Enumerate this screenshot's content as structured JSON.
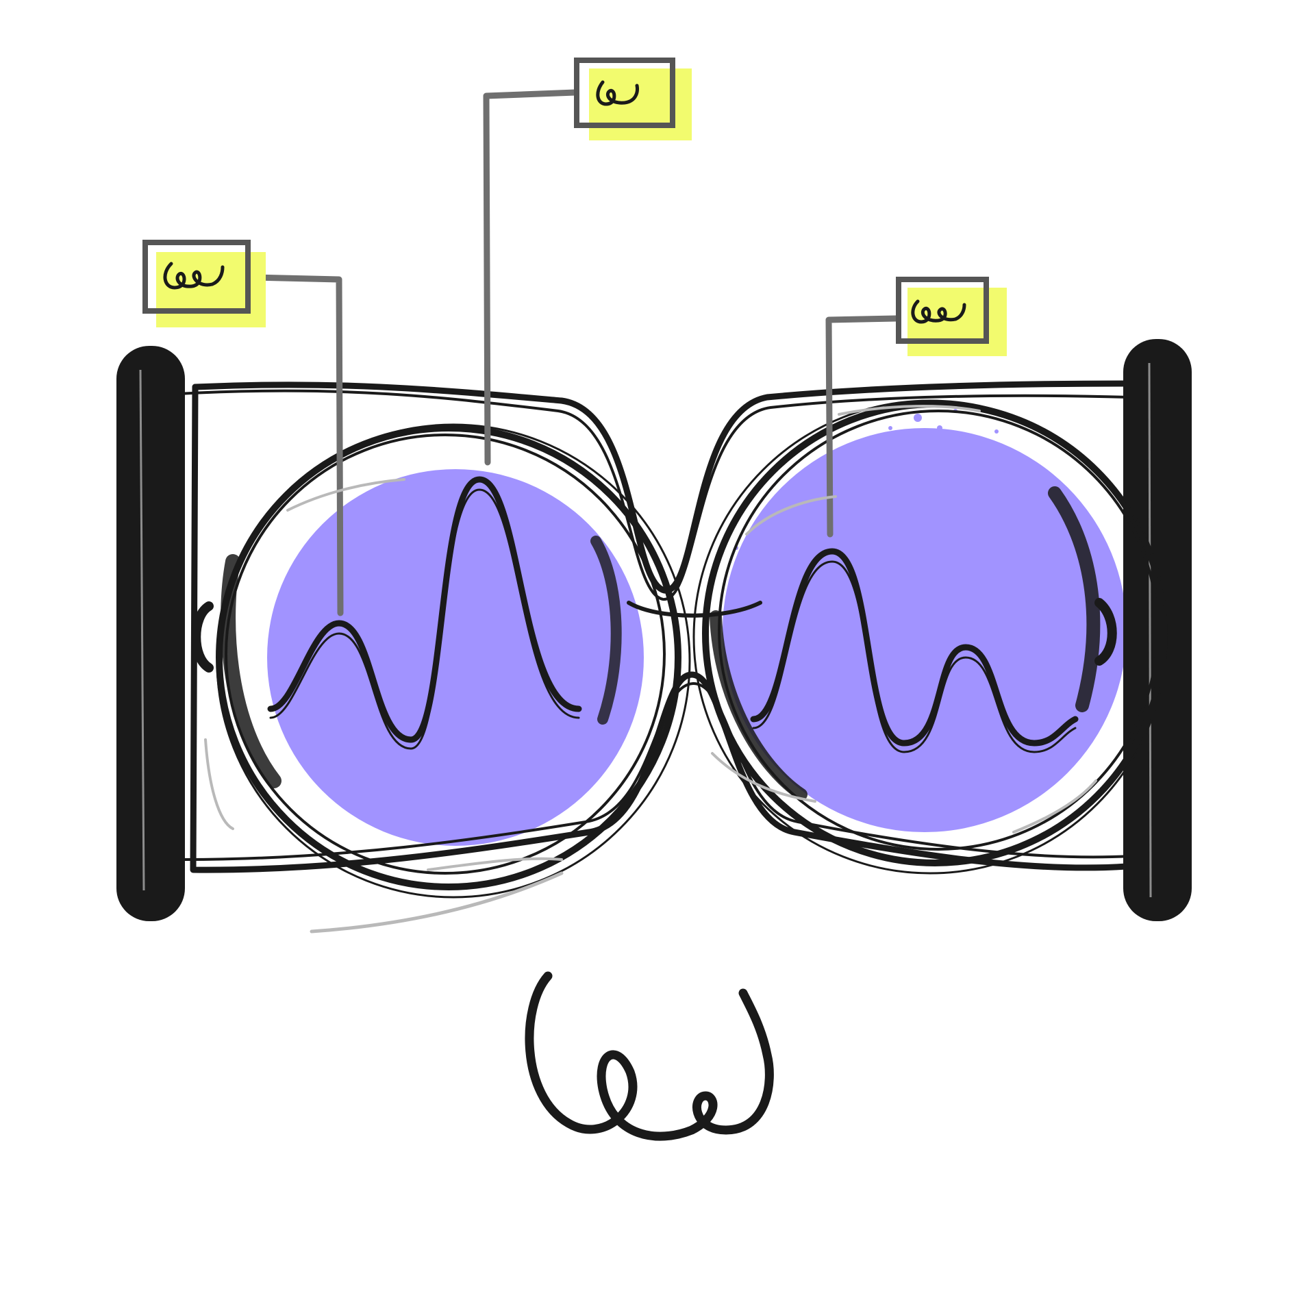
{
  "colors": {
    "background": "#ffffff",
    "ink": "#1a1a1a",
    "lens": "#a193ff",
    "note": "#f2fb6e",
    "leader": "#6f6f6f",
    "sketch": "#b9b9b9"
  },
  "icons": {
    "glasses": "sunglasses-illustration",
    "scribble": "squiggle-scribble-icon",
    "note": "sticky-note-icon"
  },
  "annotations": [
    {
      "id": "note-left",
      "glyph": "scribble"
    },
    {
      "id": "note-top",
      "glyph": "scribble"
    },
    {
      "id": "note-right",
      "glyph": "scribble"
    }
  ]
}
